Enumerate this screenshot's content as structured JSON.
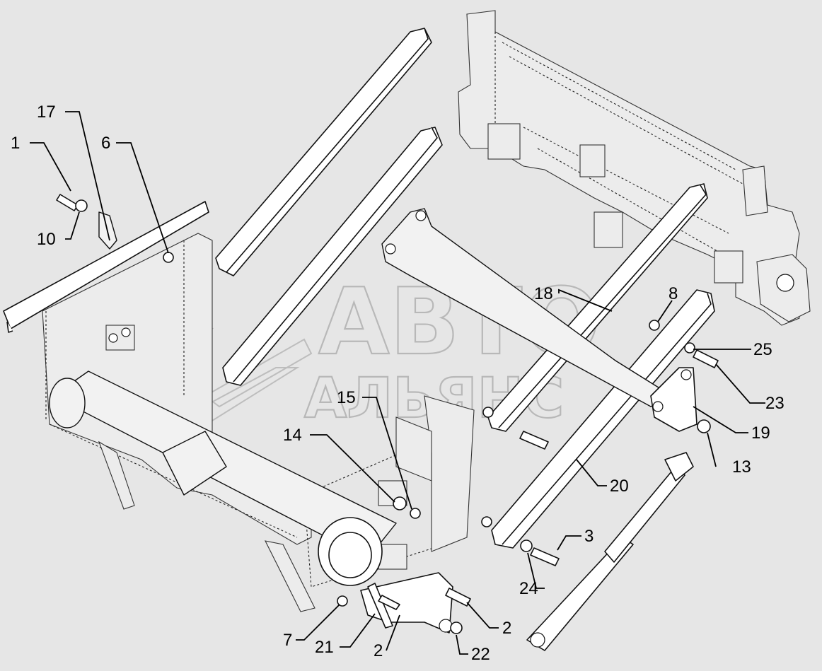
{
  "watermark": {
    "line1": "АВТО",
    "line2": "АЛЬЯНС"
  },
  "callouts": [
    {
      "id": "c1",
      "text": "1"
    },
    {
      "id": "c17",
      "text": "17"
    },
    {
      "id": "c6",
      "text": "6"
    },
    {
      "id": "c10",
      "text": "10"
    },
    {
      "id": "c18",
      "text": "18"
    },
    {
      "id": "c8",
      "text": "8"
    },
    {
      "id": "c25",
      "text": "25"
    },
    {
      "id": "c23",
      "text": "23"
    },
    {
      "id": "c19",
      "text": "19"
    },
    {
      "id": "c13",
      "text": "13"
    },
    {
      "id": "c20",
      "text": "20"
    },
    {
      "id": "c15",
      "text": "15"
    },
    {
      "id": "c14",
      "text": "14"
    },
    {
      "id": "c3",
      "text": "3"
    },
    {
      "id": "c24",
      "text": "24"
    },
    {
      "id": "c2a",
      "text": "2"
    },
    {
      "id": "c2b",
      "text": "2"
    },
    {
      "id": "c7",
      "text": "7"
    },
    {
      "id": "c21",
      "text": "21"
    },
    {
      "id": "c22",
      "text": "22"
    }
  ]
}
